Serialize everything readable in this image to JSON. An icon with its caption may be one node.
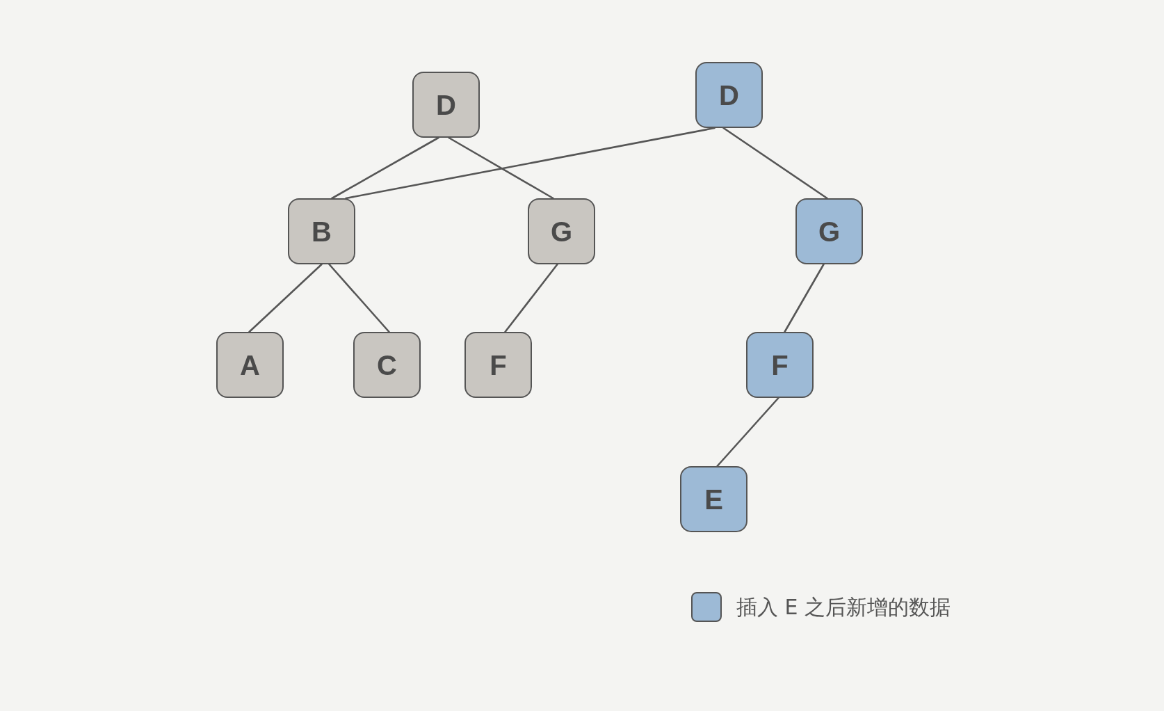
{
  "diagram": {
    "nodes": [
      {
        "text": [
          "D"
        ]
      },
      {
        "text": [
          "D"
        ]
      },
      {
        "text": [
          "B"
        ]
      },
      {
        "text": [
          "G"
        ]
      },
      {
        "text": [
          "G"
        ]
      },
      {
        "text": [
          "A"
        ]
      },
      {
        "text": [
          "C"
        ]
      },
      {
        "text": [
          "F"
        ]
      },
      {
        "text": [
          "F"
        ]
      },
      {
        "text": [
          "E"
        ]
      }
    ],
    "edges": [
      {
        "from": 0,
        "to": 2,
        "arrow": "none"
      },
      {
        "from": 0,
        "to": 3,
        "arrow": "none"
      },
      {
        "from": 1,
        "to": 2,
        "arrow": "none"
      },
      {
        "from": 1,
        "to": 4,
        "arrow": "none"
      },
      {
        "from": 2,
        "to": 5,
        "arrow": "none"
      },
      {
        "from": 2,
        "to": 6,
        "arrow": "none"
      },
      {
        "from": 3,
        "to": 7,
        "arrow": "none"
      },
      {
        "from": 4,
        "to": 8,
        "arrow": "none"
      },
      {
        "from": 8,
        "to": 9,
        "arrow": "none"
      }
    ],
    "legend": [
      {
        "text": "插入 E 之后新增的数据",
        "color": "#9dbad6"
      }
    ]
  }
}
